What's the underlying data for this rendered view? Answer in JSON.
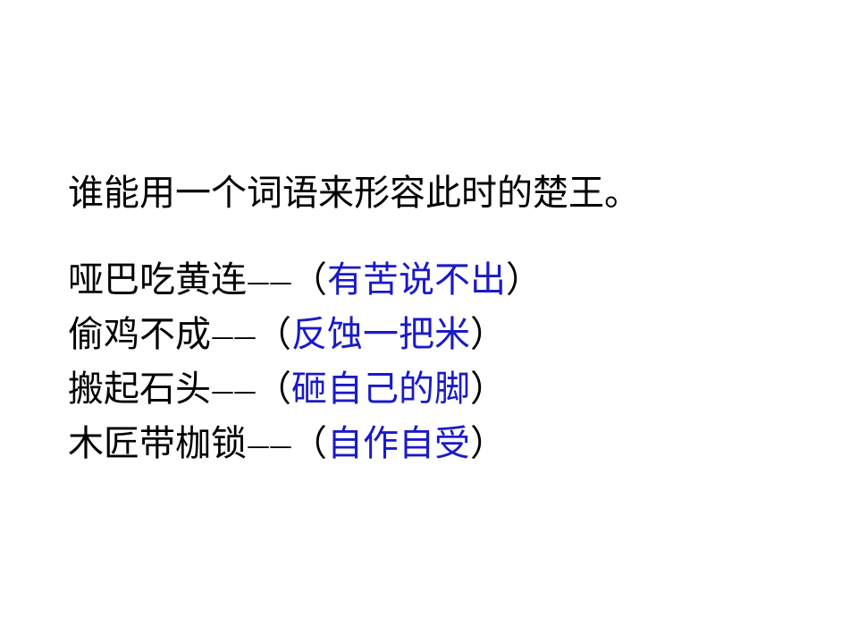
{
  "colors": {
    "background": "#ffffff",
    "text": "#000000",
    "answer": "#1a1ac8"
  },
  "question": "谁能用一个词语来形容此时的楚王。",
  "idioms": [
    {
      "term": "哑巴吃黄连",
      "dash": "——",
      "open": "（",
      "answer": "有苦说不出",
      "close": "）"
    },
    {
      "term": "偷鸡不成",
      "dash": "——",
      "open": "（",
      "answer": "反蚀一把米",
      "close": "）"
    },
    {
      "term": "搬起石头",
      "dash": "——",
      "open": "（",
      "answer": "砸自己的脚",
      "close": "）"
    },
    {
      "term": "木匠带枷锁",
      "dash": "——",
      "open": "（",
      "answer": "自作自受",
      "close": "）"
    }
  ]
}
